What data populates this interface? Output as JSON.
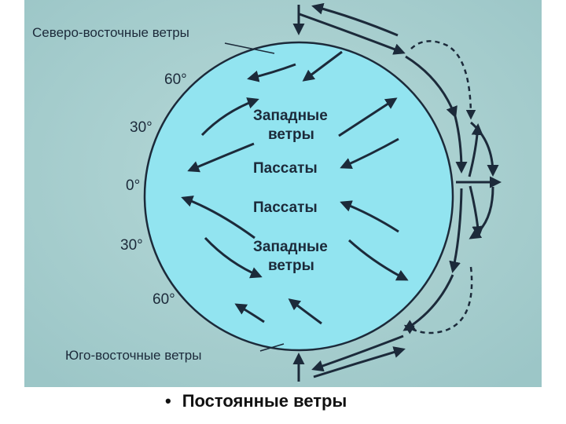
{
  "diagram": {
    "side_labels": {
      "north": "Северо-восточные ветры",
      "south": "Юго-восточные ветры"
    },
    "latitudes": [
      "60°",
      "30°",
      "0°",
      "30°",
      "60°"
    ],
    "zones": {
      "north_westerlies_line1": "Западные",
      "north_westerlies_line2": "ветры",
      "north_trades": "Пассаты",
      "south_trades": "Пассаты",
      "south_westerlies_line1": "Западные",
      "south_westerlies_line2": "ветры"
    }
  },
  "caption": {
    "bullet": "•",
    "text": "Постоянные ветры"
  },
  "colors": {
    "background": "#a9cfcf",
    "globe": "#92e4f0",
    "ink": "#1c2a3a"
  }
}
